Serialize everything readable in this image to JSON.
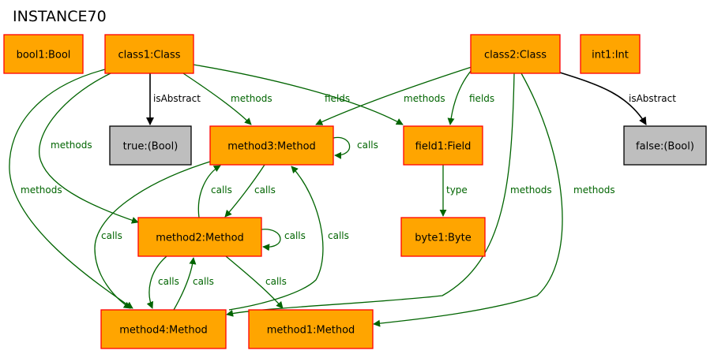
{
  "title": "INSTANCE70",
  "colors": {
    "object_fill": "#ffa500",
    "object_border": "#ff0000",
    "value_fill": "#bebebe",
    "value_border": "#000000",
    "green_edge": "#006400",
    "black_edge": "#000000"
  },
  "nodes": [
    {
      "id": "bool1",
      "label": "bool1:Bool",
      "kind": "object"
    },
    {
      "id": "class1",
      "label": "class1:Class",
      "kind": "object"
    },
    {
      "id": "class2",
      "label": "class2:Class",
      "kind": "object"
    },
    {
      "id": "int1",
      "label": "int1:Int",
      "kind": "object"
    },
    {
      "id": "true",
      "label": "true:(Bool)",
      "kind": "value"
    },
    {
      "id": "method3",
      "label": "method3:Method",
      "kind": "object"
    },
    {
      "id": "field1",
      "label": "field1:Field",
      "kind": "object"
    },
    {
      "id": "false",
      "label": "false:(Bool)",
      "kind": "value"
    },
    {
      "id": "method2",
      "label": "method2:Method",
      "kind": "object"
    },
    {
      "id": "byte1",
      "label": "byte1:Byte",
      "kind": "object"
    },
    {
      "id": "method4",
      "label": "method4:Method",
      "kind": "object"
    },
    {
      "id": "method1",
      "label": "method1:Method",
      "kind": "object"
    }
  ],
  "edges": [
    {
      "from": "class1",
      "to": "true",
      "label": "isAbstract",
      "color": "black"
    },
    {
      "from": "class1",
      "to": "method3",
      "label": "methods",
      "color": "green"
    },
    {
      "from": "class1",
      "to": "field1",
      "label": "fields",
      "color": "green"
    },
    {
      "from": "class1",
      "to": "method2",
      "label": "methods",
      "color": "green"
    },
    {
      "from": "class1",
      "to": "method4",
      "label": "methods",
      "color": "green"
    },
    {
      "from": "class2",
      "to": "method3",
      "label": "methods",
      "color": "green"
    },
    {
      "from": "class2",
      "to": "field1",
      "label": "fields",
      "color": "green"
    },
    {
      "from": "class2",
      "to": "false",
      "label": "isAbstract",
      "color": "black"
    },
    {
      "from": "class2",
      "to": "method4",
      "label": "methods",
      "color": "green"
    },
    {
      "from": "class2",
      "to": "method1",
      "label": "methods",
      "color": "green"
    },
    {
      "from": "method3",
      "to": "method3",
      "label": "calls",
      "color": "green"
    },
    {
      "from": "method3",
      "to": "method2",
      "label": "calls",
      "color": "green"
    },
    {
      "from": "method3",
      "to": "method4",
      "label": "calls",
      "color": "green"
    },
    {
      "from": "method2",
      "to": "method3",
      "label": "calls",
      "color": "green"
    },
    {
      "from": "method2",
      "to": "method2",
      "label": "calls",
      "color": "green"
    },
    {
      "from": "method2",
      "to": "method4",
      "label": "calls",
      "color": "green"
    },
    {
      "from": "method2",
      "to": "method1",
      "label": "calls",
      "color": "green"
    },
    {
      "from": "method4",
      "to": "method2",
      "label": "calls",
      "color": "green"
    },
    {
      "from": "method4",
      "to": "method3",
      "label": "calls",
      "color": "green"
    },
    {
      "from": "field1",
      "to": "byte1",
      "label": "type",
      "color": "green"
    }
  ]
}
